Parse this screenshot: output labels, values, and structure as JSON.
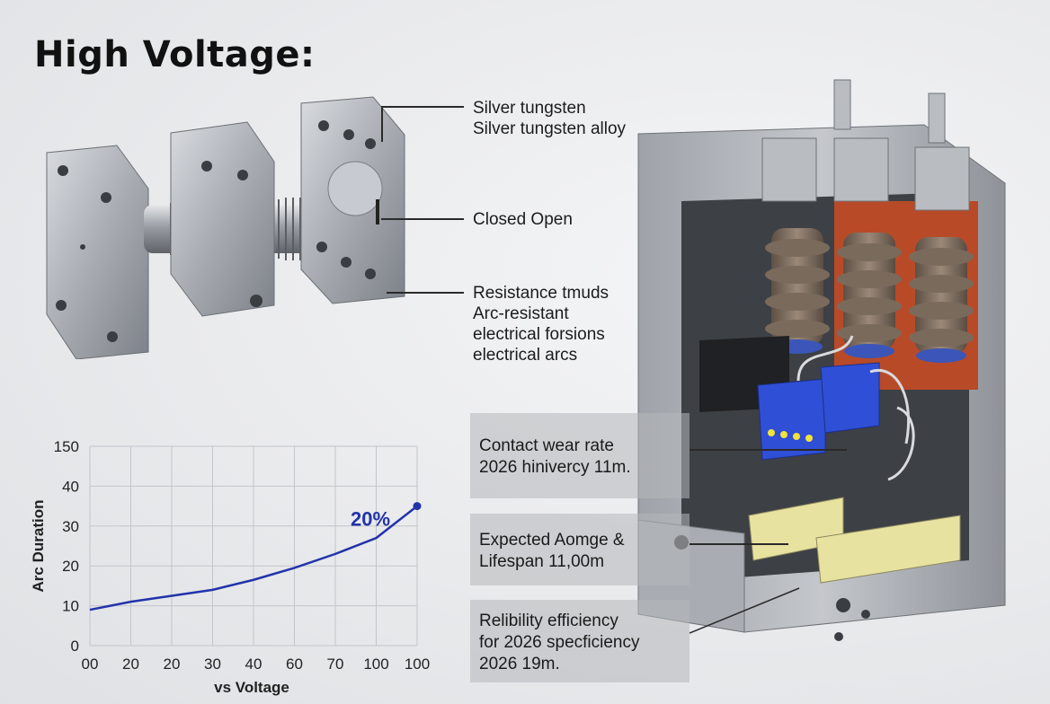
{
  "title": "High Voltage:",
  "callouts": [
    {
      "lines": [
        "Silver tungsten",
        "Silver tungsten alloy"
      ]
    },
    {
      "lines": [
        "Closed Open"
      ]
    },
    {
      "lines": [
        "Resistance tmuds",
        "Arc-resistant",
        "electrical forsions",
        "electrical arcs"
      ]
    }
  ],
  "panels": [
    {
      "lines": [
        "Contact wear rate",
        "2026 hinivercy 11m."
      ]
    },
    {
      "lines": [
        "Expected Aomge &",
        "Lifespan 11,00m"
      ]
    },
    {
      "lines": [
        "Relibility efficiency",
        "for 2026 specficiency",
        "2026 19m."
      ]
    }
  ],
  "colors": {
    "line": "#2233aa",
    "metal": "#a9adb3",
    "insulator": "#7a6a5c",
    "block_blue": "#2f4fd6",
    "arc_chamber": "#b84a28",
    "pad_yellow": "#e8e2a0"
  },
  "chart_data": {
    "type": "line",
    "ylabel": "Arc Duration",
    "xlabel": "vs Voltage",
    "y_ticks": [
      "150",
      "40",
      "30",
      "20",
      "10",
      "0"
    ],
    "x_ticks": [
      "00",
      "20",
      "20",
      "30",
      "40",
      "60",
      "70",
      "100",
      "100"
    ],
    "series": [
      {
        "x_index": [
          0,
          1,
          2,
          3,
          4,
          5,
          6,
          7,
          8
        ],
        "values": [
          9,
          11,
          12.5,
          14,
          16.5,
          19.5,
          23,
          27,
          35
        ]
      }
    ],
    "annotation": "20%",
    "ylim": [
      0,
      50
    ]
  }
}
